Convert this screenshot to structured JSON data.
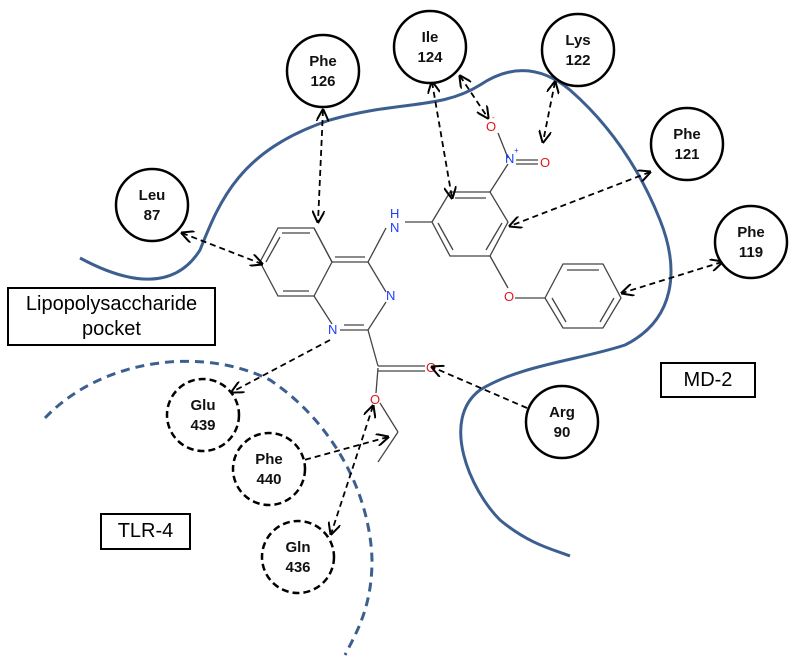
{
  "labels": {
    "pocket": "Lipopolysaccharide pocket",
    "md2": "MD-2",
    "tlr4": "TLR-4"
  },
  "atoms": {
    "nh_h": "H",
    "nh_n": "N",
    "n3": "N",
    "n1": "N",
    "o_ether": "O",
    "o_carbonyl": "O",
    "o_ester": "O",
    "no2_n": "N",
    "no2_plus": "+",
    "no2_o1": "O",
    "no2_minus": "-",
    "no2_o2": "O"
  },
  "residues": [
    {
      "id": "phe126",
      "name": "Phe",
      "num": "126",
      "chain": "MD-2"
    },
    {
      "id": "ile124",
      "name": "Ile",
      "num": "124",
      "chain": "MD-2"
    },
    {
      "id": "lys122",
      "name": "Lys",
      "num": "122",
      "chain": "MD-2"
    },
    {
      "id": "phe121",
      "name": "Phe",
      "num": "121",
      "chain": "MD-2"
    },
    {
      "id": "leu87",
      "name": "Leu",
      "num": "87",
      "chain": "MD-2"
    },
    {
      "id": "phe119",
      "name": "Phe",
      "num": "119",
      "chain": "MD-2"
    },
    {
      "id": "arg90",
      "name": "Arg",
      "num": "90",
      "chain": "MD-2"
    },
    {
      "id": "glu439",
      "name": "Glu",
      "num": "439",
      "chain": "TLR-4"
    },
    {
      "id": "phe440",
      "name": "Phe",
      "num": "440",
      "chain": "TLR-4"
    },
    {
      "id": "gln436",
      "name": "Gln",
      "num": "436",
      "chain": "TLR-4"
    }
  ],
  "colors": {
    "boundary": "#3d5f8f",
    "nitrogen": "#1e3cff",
    "oxygen": "#e01818",
    "bond": "#444444"
  }
}
